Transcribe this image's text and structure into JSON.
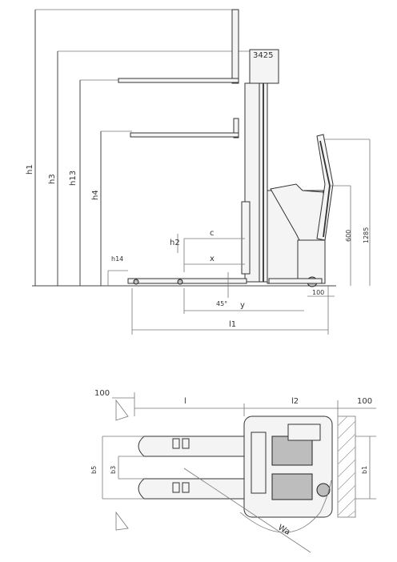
{
  "side_view": {
    "labels": {
      "h1": "h1",
      "h2": "h2",
      "h3": "h3",
      "h13": "h13",
      "h4": "h4",
      "h14": "h14",
      "c": "c",
      "x": "x",
      "y": "y",
      "l1": "l1",
      "top": "3425",
      "handle_low": "600",
      "handle_high": "1285",
      "wheel": "100",
      "tilt": "45°"
    }
  },
  "top_view": {
    "labels": {
      "left_clear": "100",
      "fork_len": "l",
      "rear_len": "l2",
      "right_clear": "100",
      "b5": "b5",
      "b3": "b3",
      "b1": "b1",
      "radius": "Wa"
    }
  }
}
